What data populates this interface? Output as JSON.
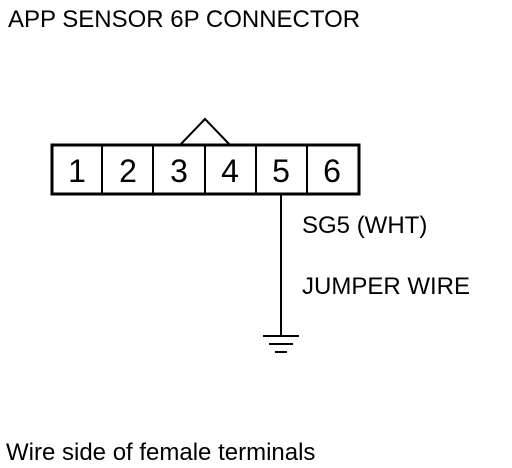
{
  "title": "APP SENSOR 6P CONNECTOR",
  "connector": {
    "pins": [
      "1",
      "2",
      "3",
      "4",
      "5",
      "6"
    ]
  },
  "wire": {
    "label": "SG5 (WHT)",
    "jumper_label": "JUMPER WIRE"
  },
  "footer": "Wire side of female terminals",
  "colors": {
    "line": "#000000",
    "background": "#ffffff"
  },
  "icons": {
    "ground": "ground-symbol-icon",
    "connector_lock": "connector-lock-tab-icon"
  }
}
